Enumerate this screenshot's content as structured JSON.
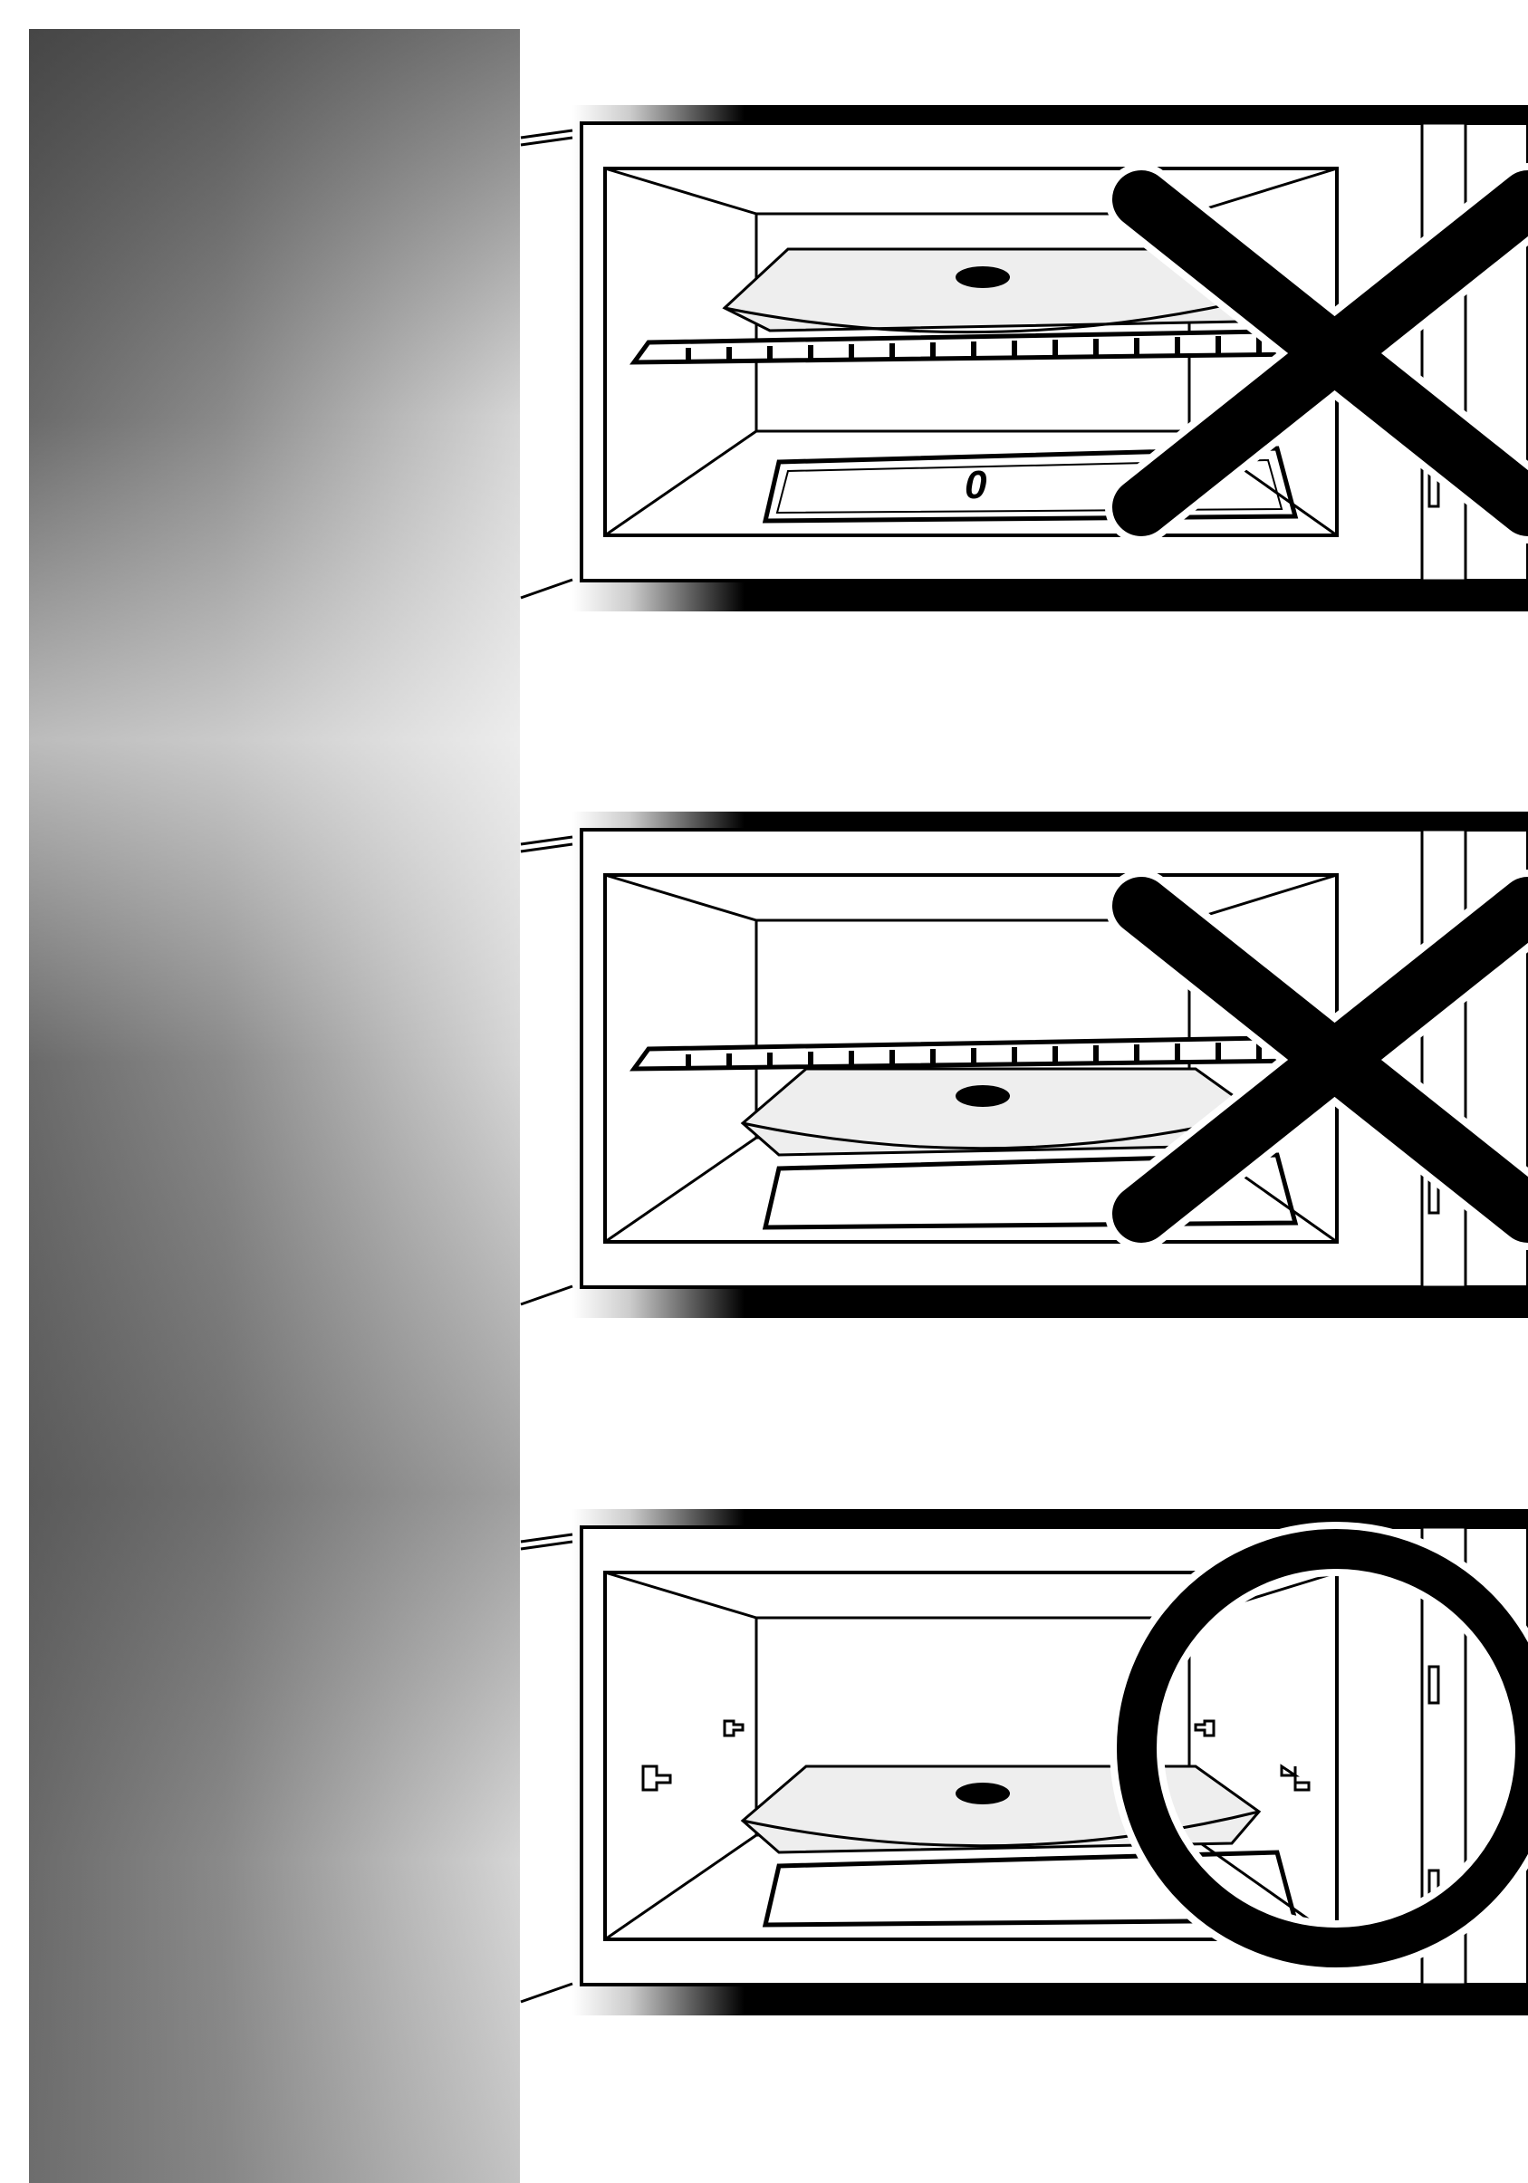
{
  "colors": {
    "ink": "#000000",
    "paper": "#ffffff",
    "tray_fill": "#eeeeee",
    "sidebar_dark": "#6a6a6a",
    "sidebar_light": "#d6d6d6"
  },
  "panels": [
    {
      "id": "tray-on-rack",
      "marker": "x-mark-icon",
      "turntable_digit": "0"
    },
    {
      "id": "tray-under-rack",
      "marker": "x-mark-icon",
      "turntable_digit": ""
    },
    {
      "id": "tray-on-turntable",
      "marker": "circle-check-icon",
      "turntable_digit": ""
    }
  ]
}
